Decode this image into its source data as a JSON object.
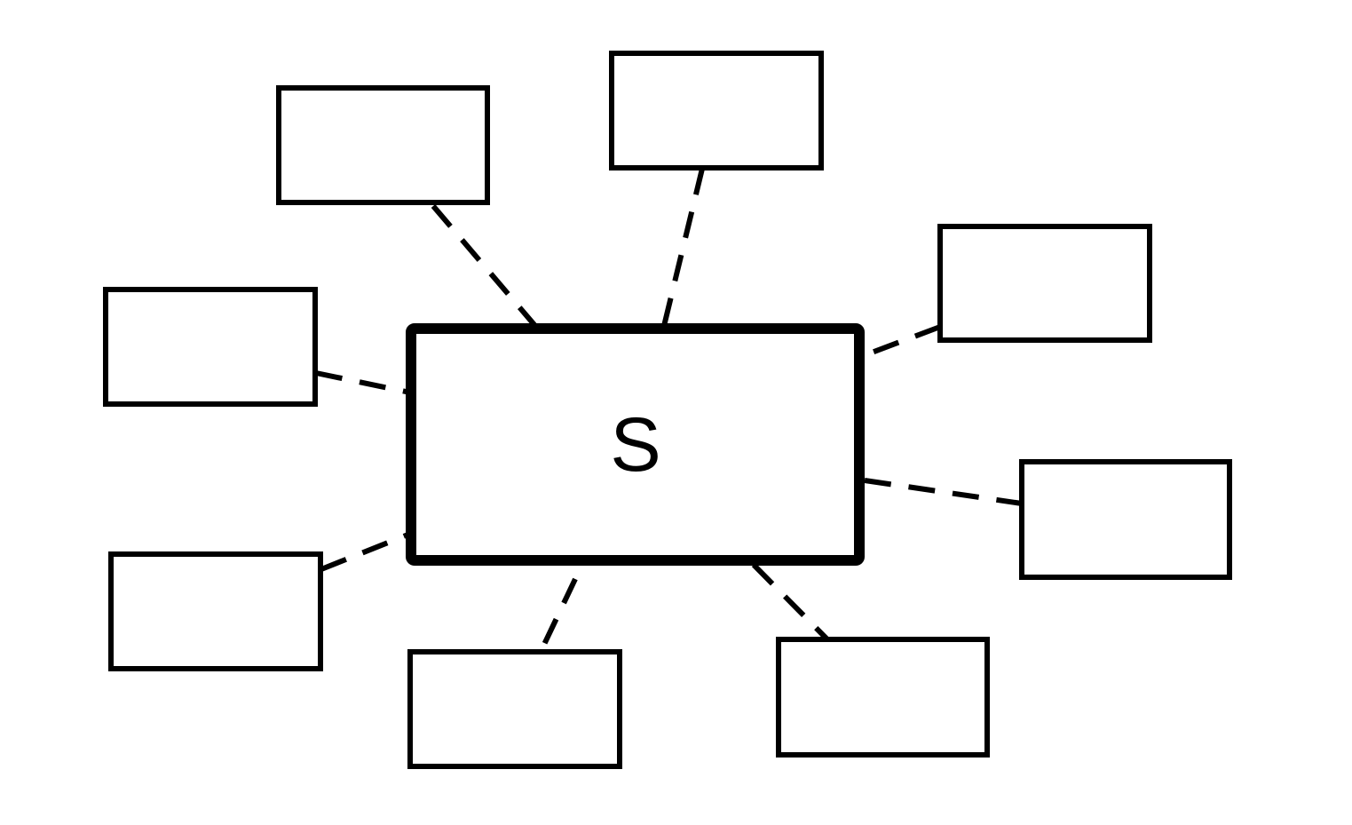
{
  "diagram": {
    "center": {
      "label": "S"
    },
    "outer_nodes": [
      {
        "id": "top-left",
        "label": ""
      },
      {
        "id": "top-center",
        "label": ""
      },
      {
        "id": "right-upper",
        "label": ""
      },
      {
        "id": "left-upper",
        "label": ""
      },
      {
        "id": "right-lower",
        "label": ""
      },
      {
        "id": "left-lower",
        "label": ""
      },
      {
        "id": "bottom-left",
        "label": ""
      },
      {
        "id": "bottom-right",
        "label": ""
      }
    ],
    "connector_style": "dashed",
    "colors": {
      "stroke": "#000000",
      "background": "#ffffff"
    }
  }
}
